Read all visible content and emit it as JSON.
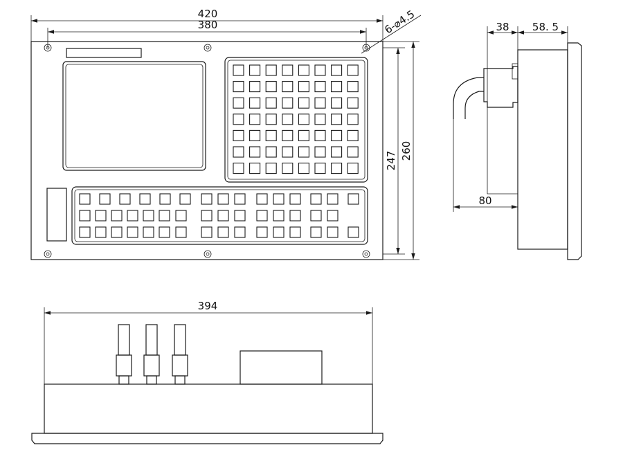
{
  "dimensions": {
    "front_width_outer": "420",
    "front_width_holes": "380",
    "hole_spec": "6-⌀4.5",
    "front_height_inner": "247",
    "front_height_outer": "260",
    "side_depth_body": "38",
    "side_depth_total": "58. 5",
    "side_cable_clearance": "80",
    "bottom_width": "394"
  },
  "colors": {
    "line": "#1a1a1a",
    "background": "#ffffff"
  },
  "keypad": {
    "right_rows": 7,
    "right_cols": 8
  }
}
